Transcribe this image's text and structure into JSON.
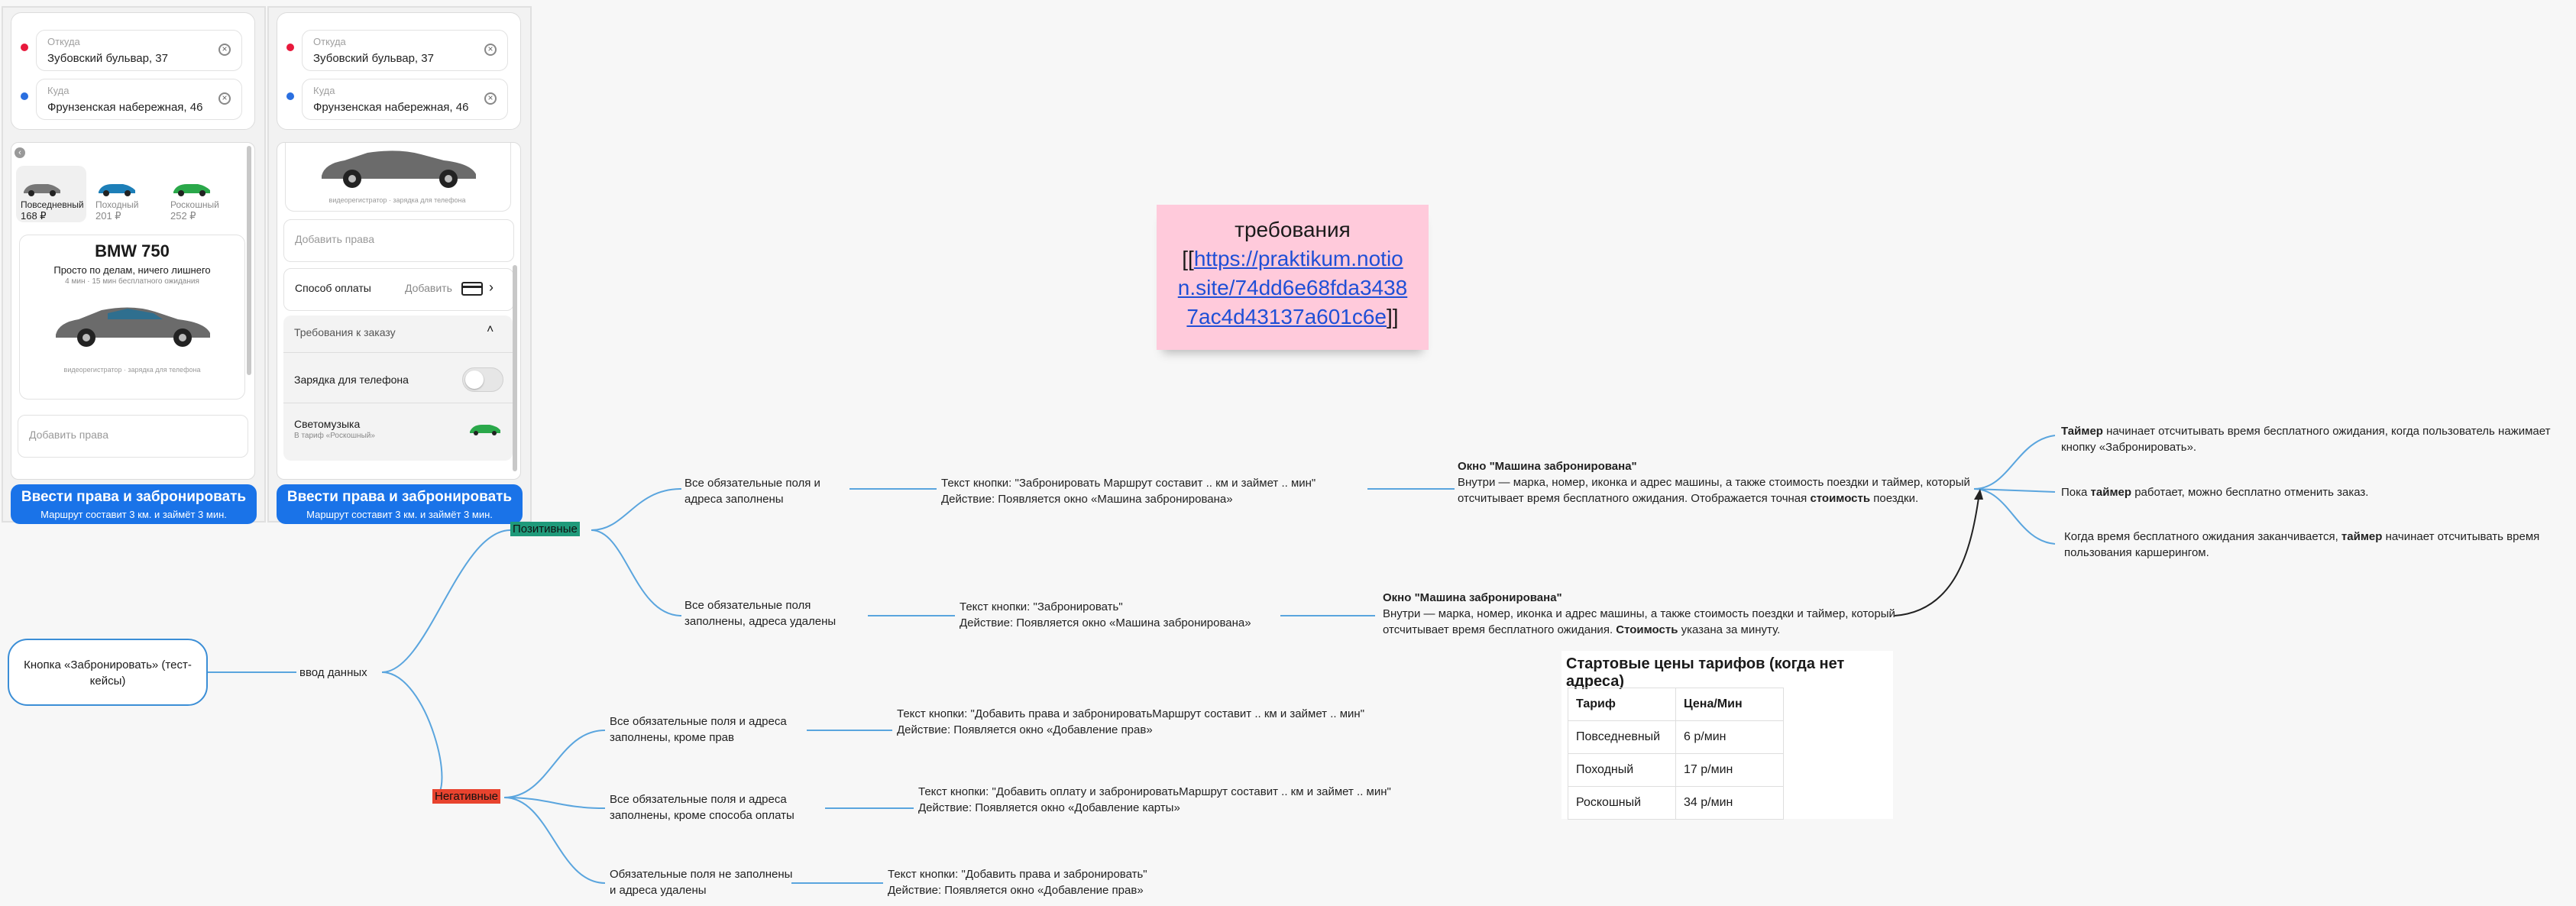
{
  "phones": [
    {
      "from_label": "Откуда",
      "from_value": "Зубовский бульвар, 37",
      "to_label": "Куда",
      "to_value": "Фрунзенская набережная, 46",
      "tariffs": [
        {
          "name": "Повседневный",
          "price": "168 ₽"
        },
        {
          "name": "Походный",
          "price": "201 ₽"
        },
        {
          "name": "Роскошный",
          "price": "252 ₽"
        }
      ],
      "car_name": "BMW 750",
      "car_slogan": "Просто по делам, ничего лишнего",
      "car_wait": "4 мин · 15 мин бесплатного ожидания",
      "car_features": "видеорегистратор · зарядка для телефона",
      "add_license_placeholder": "Добавить права",
      "button_title": "Ввести права и забронировать",
      "button_subtitle": "Маршрут составит 3 км. и займёт 3 мин."
    },
    {
      "from_label": "Откуда",
      "from_value": "Зубовский бульвар, 37",
      "to_label": "Куда",
      "to_value": "Фрунзенская набережная, 46",
      "car_features": "видеорегистратор · зарядка для телефона",
      "add_license_placeholder": "Добавить права",
      "payment_label": "Способ оплаты",
      "payment_action": "Добавить",
      "requirements_label": "Требования к заказу",
      "charger_label": "Зарядка для телефона",
      "music_label": "Светомузыка",
      "music_sub": "В тариф «Роскошный»",
      "button_title": "Ввести права и забронировать",
      "button_subtitle": "Маршрут составит 3 км. и займёт 3 мин."
    }
  ],
  "mindmap": {
    "root": "Кнопка «Забронировать» (тест-кейсы)",
    "data_input": "ввод данных",
    "positive": "Позитивные",
    "negative": "Негативные",
    "pos_case1": "Все обязательные поля и адреса заполнены",
    "pos_case1_action": "Текст кнопки: \"Забронировать Маршрут составит .. км и займет .. мин\"\nДействие: Появляется окно «Машина забронирована»",
    "pos_case1_window_title": "Окно \"Машина забронирована\"",
    "pos_case1_window_body": "Внутри — марка, номер, иконка и адрес машины, а также стоимость поездки и таймер, который отсчитывает время бесплатного ожидания. Отображается точная",
    "pos_case1_window_bold": "стоимость",
    "pos_case1_window_end": "поездки.",
    "pos_case2": "Все обязательные поля заполнены, адреса удалены",
    "pos_case2_action": "Текст кнопки: \"Забронировать\"\nДействие: Появляется окно «Машина забронирована»",
    "pos_case2_window_title": "Окно \"Машина забронирована\"",
    "pos_case2_window_body": "Внутри — марка, номер, иконка и адрес машины, а также стоимость поездки и таймер, который отсчитывает время бесплатного ожидания.",
    "pos_case2_window_bold": "Стоимость",
    "pos_case2_window_end": "указана за минуту.",
    "timer_note1_bold": "Таймер",
    "timer_note1": "начинает отсчитывать время бесплатного ожидания, когда пользователь нажимает кнопку «Забронировать».",
    "timer_note2_pre": "Пока",
    "timer_note2_bold": "таймер",
    "timer_note2": "работает, можно бесплатно отменить заказ.",
    "timer_note3_pre": "Когда время бесплатного ожидания заканчивается,",
    "timer_note3_bold": "таймер",
    "timer_note3": "начинает отсчитывать время пользования каршерингом.",
    "neg_case1": "Все обязательные поля и адреса заполнены, кроме прав",
    "neg_case1_action": "Текст кнопки: \"Добавить права и забронироватьМаршрут составит .. км и займет .. мин\"\nДействие: Появляется окно «Добавление прав»",
    "neg_case2": "Все обязательные поля и адреса заполнены, кроме способа оплаты",
    "neg_case2_action": "Текст кнопки: \"Добавить оплату и забронироватьМаршрут составит .. км и займет .. мин\"\nДействие: Появляется окно «Добавление карты»",
    "neg_case3": "Обязательные поля не заполнены и адреса удалены",
    "neg_case3_action": "Текст кнопки: \"Добавить права и забронировать\"\nДействие: Появляется окно «Добавление прав»"
  },
  "sticky": {
    "title": "требования",
    "link": "https://praktikum.notion.site/74dd6e68fda34387ac4d43137a601c6e",
    "link_line1": "https://praktikum.notio",
    "link_line2": "n.site/74dd6e68fda3438",
    "link_line3": "7ac4d43137a601c6e",
    "open": "[[",
    "close": "]]"
  },
  "prices": {
    "title": "Стартовые цены тарифов (когда нет адреса)",
    "headers": [
      "Тариф",
      "Цена/Мин"
    ],
    "rows": [
      [
        "Повседневный",
        "6 р/мин"
      ],
      [
        "Походный",
        "17 р/мин"
      ],
      [
        "Роскошный",
        "34 р/мин"
      ]
    ]
  },
  "colors": {
    "positive_tag": "#1f9a7a",
    "negative_tag": "#e8432e",
    "connector": "#5aa5de",
    "button_blue": "#1a73e8",
    "sticky": "#ffcadb"
  }
}
